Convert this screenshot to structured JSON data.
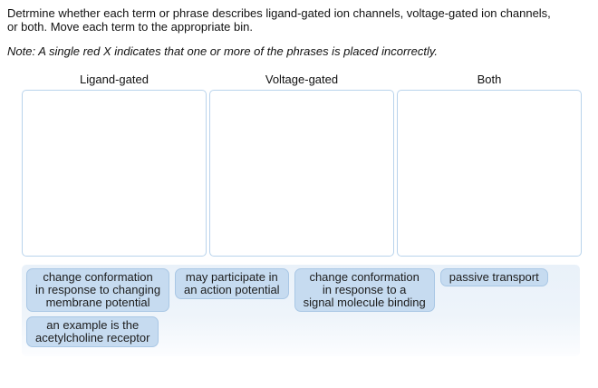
{
  "instructions": "Detrmine whether each term or phrase describes ligand-gated ion channels, voltage-gated ion channels,\nor both. Move each term to the appropriate bin.",
  "note": "Note: A single red X indicates that one or more of the phrases is placed incorrectly.",
  "bins": [
    {
      "label": "Ligand-gated"
    },
    {
      "label": "Voltage-gated"
    },
    {
      "label": "Both"
    }
  ],
  "chips": [
    {
      "label": "change conformation\nin response to changing\nmembrane potential"
    },
    {
      "label": "may participate in\nan action potential"
    },
    {
      "label": "change conformation\nin response to a\nsignal molecule binding"
    },
    {
      "label": "passive transport"
    },
    {
      "label": "an example is the\nacetylcholine receptor"
    }
  ],
  "colors": {
    "chip_background": "#c6dbf0",
    "chip_border": "#a9c7e5",
    "bin_border": "#b9d3ec",
    "tray_background": "#e9f1f9"
  }
}
